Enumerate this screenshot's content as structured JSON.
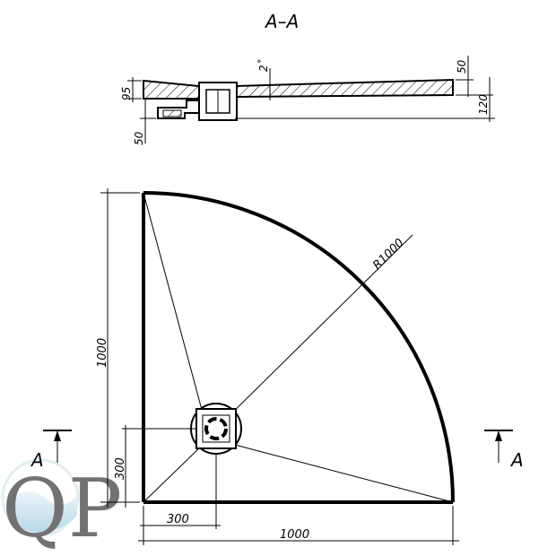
{
  "section": {
    "title": "A–A",
    "dims": {
      "depth_left": "95",
      "drain_height": "50",
      "right_top": "50",
      "right_total": "120",
      "slope": "2˚"
    }
  },
  "plan": {
    "radius_label": "R1000",
    "height_label": "1000",
    "width_label": "1000",
    "drain_offset_y": "300",
    "drain_offset_x": "300"
  },
  "cut_markers": {
    "left": "A",
    "right": "A"
  },
  "watermark": {
    "text": "QP"
  }
}
